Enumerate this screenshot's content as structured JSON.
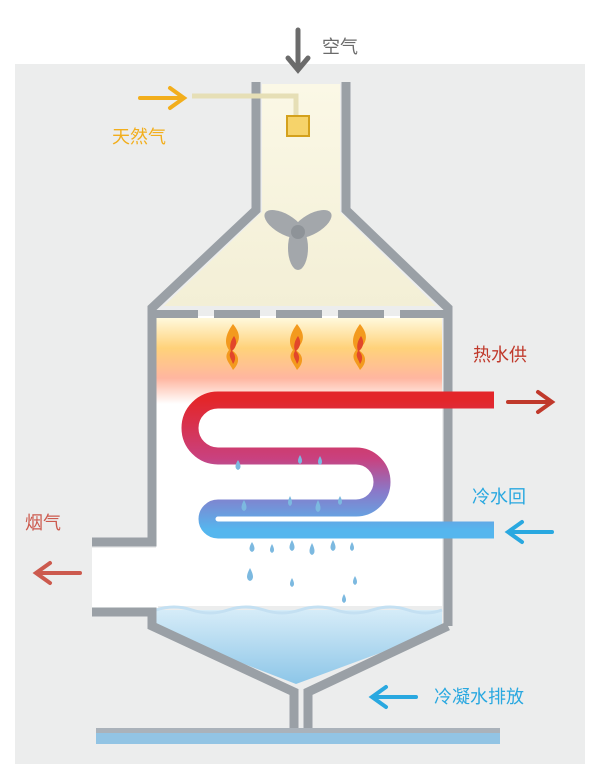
{
  "labels": {
    "air": "空气",
    "natural_gas": "天然气",
    "hot_water_supply": "热水供",
    "cold_water_return": "冷水回",
    "flue_gas": "烟气",
    "condensate_drain": "冷凝水排放"
  },
  "colors": {
    "air": "#6b6b6b",
    "natural_gas": "#f2ae1c",
    "hot_water": "#c0392b",
    "cold_water": "#29a8e0",
    "flue_gas": "#cc5a4e",
    "condensate": "#29a8e0",
    "wall": "#9aa0a6",
    "background": "#eceded"
  },
  "icons": [
    "fan-icon",
    "flame-icon",
    "water-drop-icon",
    "arrow-icon"
  ]
}
